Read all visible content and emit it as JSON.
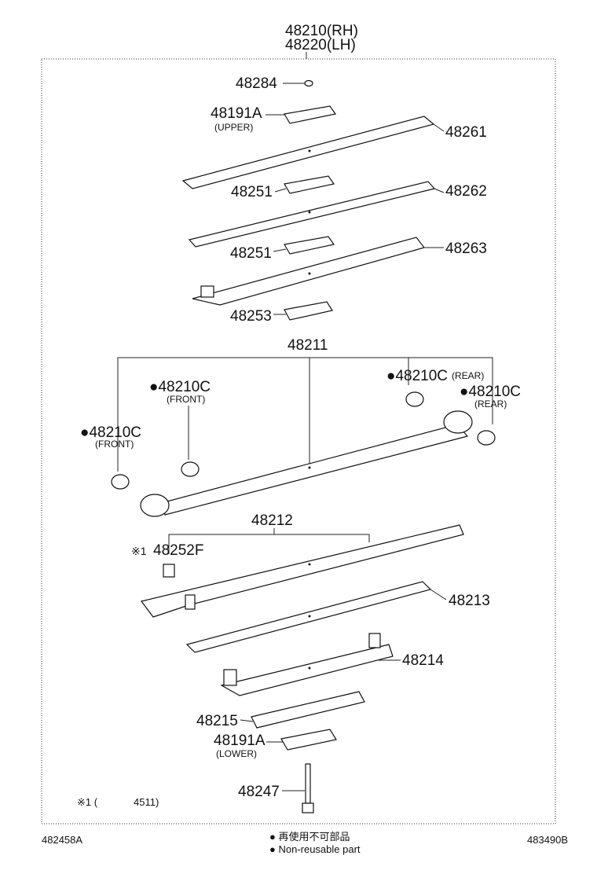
{
  "title": {
    "line1": "48210(RH)",
    "line2": "48220(LH)"
  },
  "parts": {
    "p48284": "48284",
    "p48191A_upper": "48191A",
    "upper_note": "(UPPER)",
    "p48261": "48261",
    "p48251_a": "48251",
    "p48262": "48262",
    "p48251_b": "48251",
    "p48263": "48263",
    "p48253": "48253",
    "p48211": "48211",
    "p48210C_front_a": "●48210C",
    "front_note_a": "(FRONT)",
    "p48210C_rear_a": "●48210C",
    "rear_note_a": "(REAR)",
    "p48210C_rear_b": "●48210C",
    "rear_note_b": "(REAR)",
    "p48210C_front_b": "●48210C",
    "front_note_b": "(FRONT)",
    "p48212": "48212",
    "p48252F_mark": "※1",
    "p48252F": "48252F",
    "p48213": "48213",
    "p48214": "48214",
    "p48215": "48215",
    "p48191A_lower": "48191A",
    "lower_note": "(LOWER)",
    "p48247": "48247"
  },
  "footnote": {
    "mark": "※1 (",
    "text": "4511)"
  },
  "footer": {
    "left_code": "482458A",
    "right_code": "483490B",
    "legend_jp": "● 再使用不可部品",
    "legend_en": "● Non-reusable part"
  }
}
